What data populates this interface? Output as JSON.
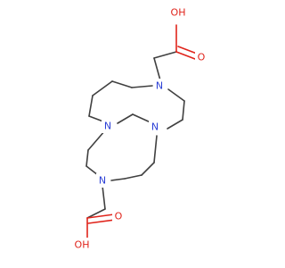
{
  "atoms": {
    "n_top": "N",
    "n_left": "N",
    "n_right": "N",
    "n_bottom": "N",
    "oh_top": "OH",
    "o_top": "O",
    "oh_bottom": "OH",
    "o_bottom": "O"
  },
  "colors": {
    "bond": "#404040",
    "nitrogen": "#2b3fd6",
    "oxygen": "#e0241b",
    "background": "#ffffff"
  }
}
